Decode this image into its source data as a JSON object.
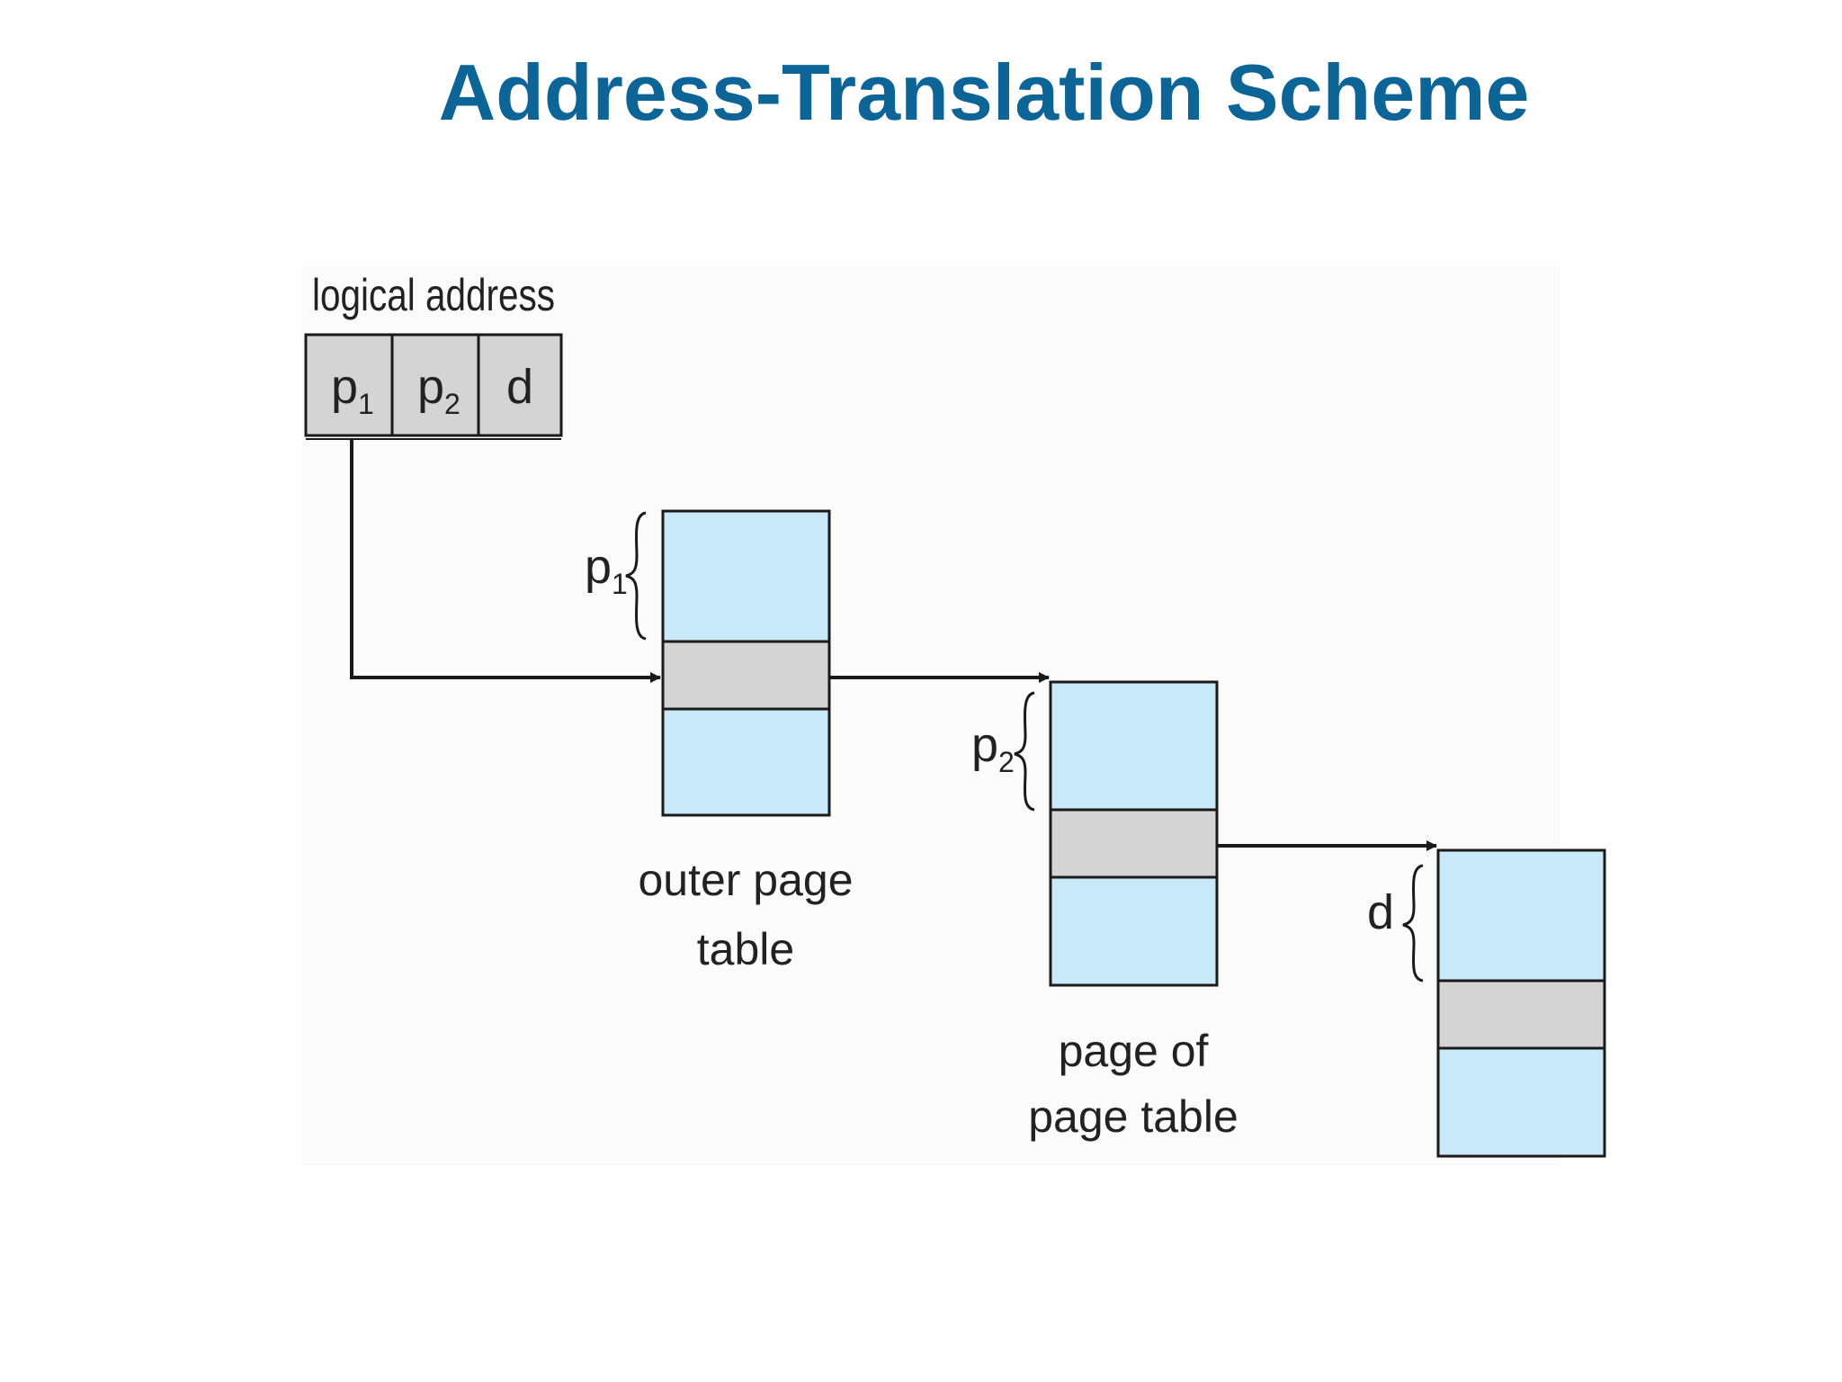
{
  "slide": {
    "title": "Address-Translation Scheme"
  },
  "colors": {
    "title": "#0d6496",
    "table_fill": "#c9e8f8",
    "entry_fill": "#d4d4d4",
    "line": "#1a1a1a",
    "diagram_background": "#fbfbfb"
  },
  "diagram": {
    "logical_address": {
      "label": "logical address",
      "fields": [
        {
          "base": "p",
          "sub": "1"
        },
        {
          "base": "p",
          "sub": "2"
        },
        {
          "base": "d",
          "sub": ""
        }
      ]
    },
    "outer_page_table": {
      "label_line1": "outer page",
      "label_line2": "table",
      "offset_label": {
        "base": "p",
        "sub": "1"
      }
    },
    "page_of_page_table": {
      "label_line1": "page of",
      "label_line2": "page table",
      "offset_label": {
        "base": "p",
        "sub": "2"
      }
    },
    "page": {
      "offset_label": {
        "base": "d",
        "sub": ""
      }
    }
  }
}
